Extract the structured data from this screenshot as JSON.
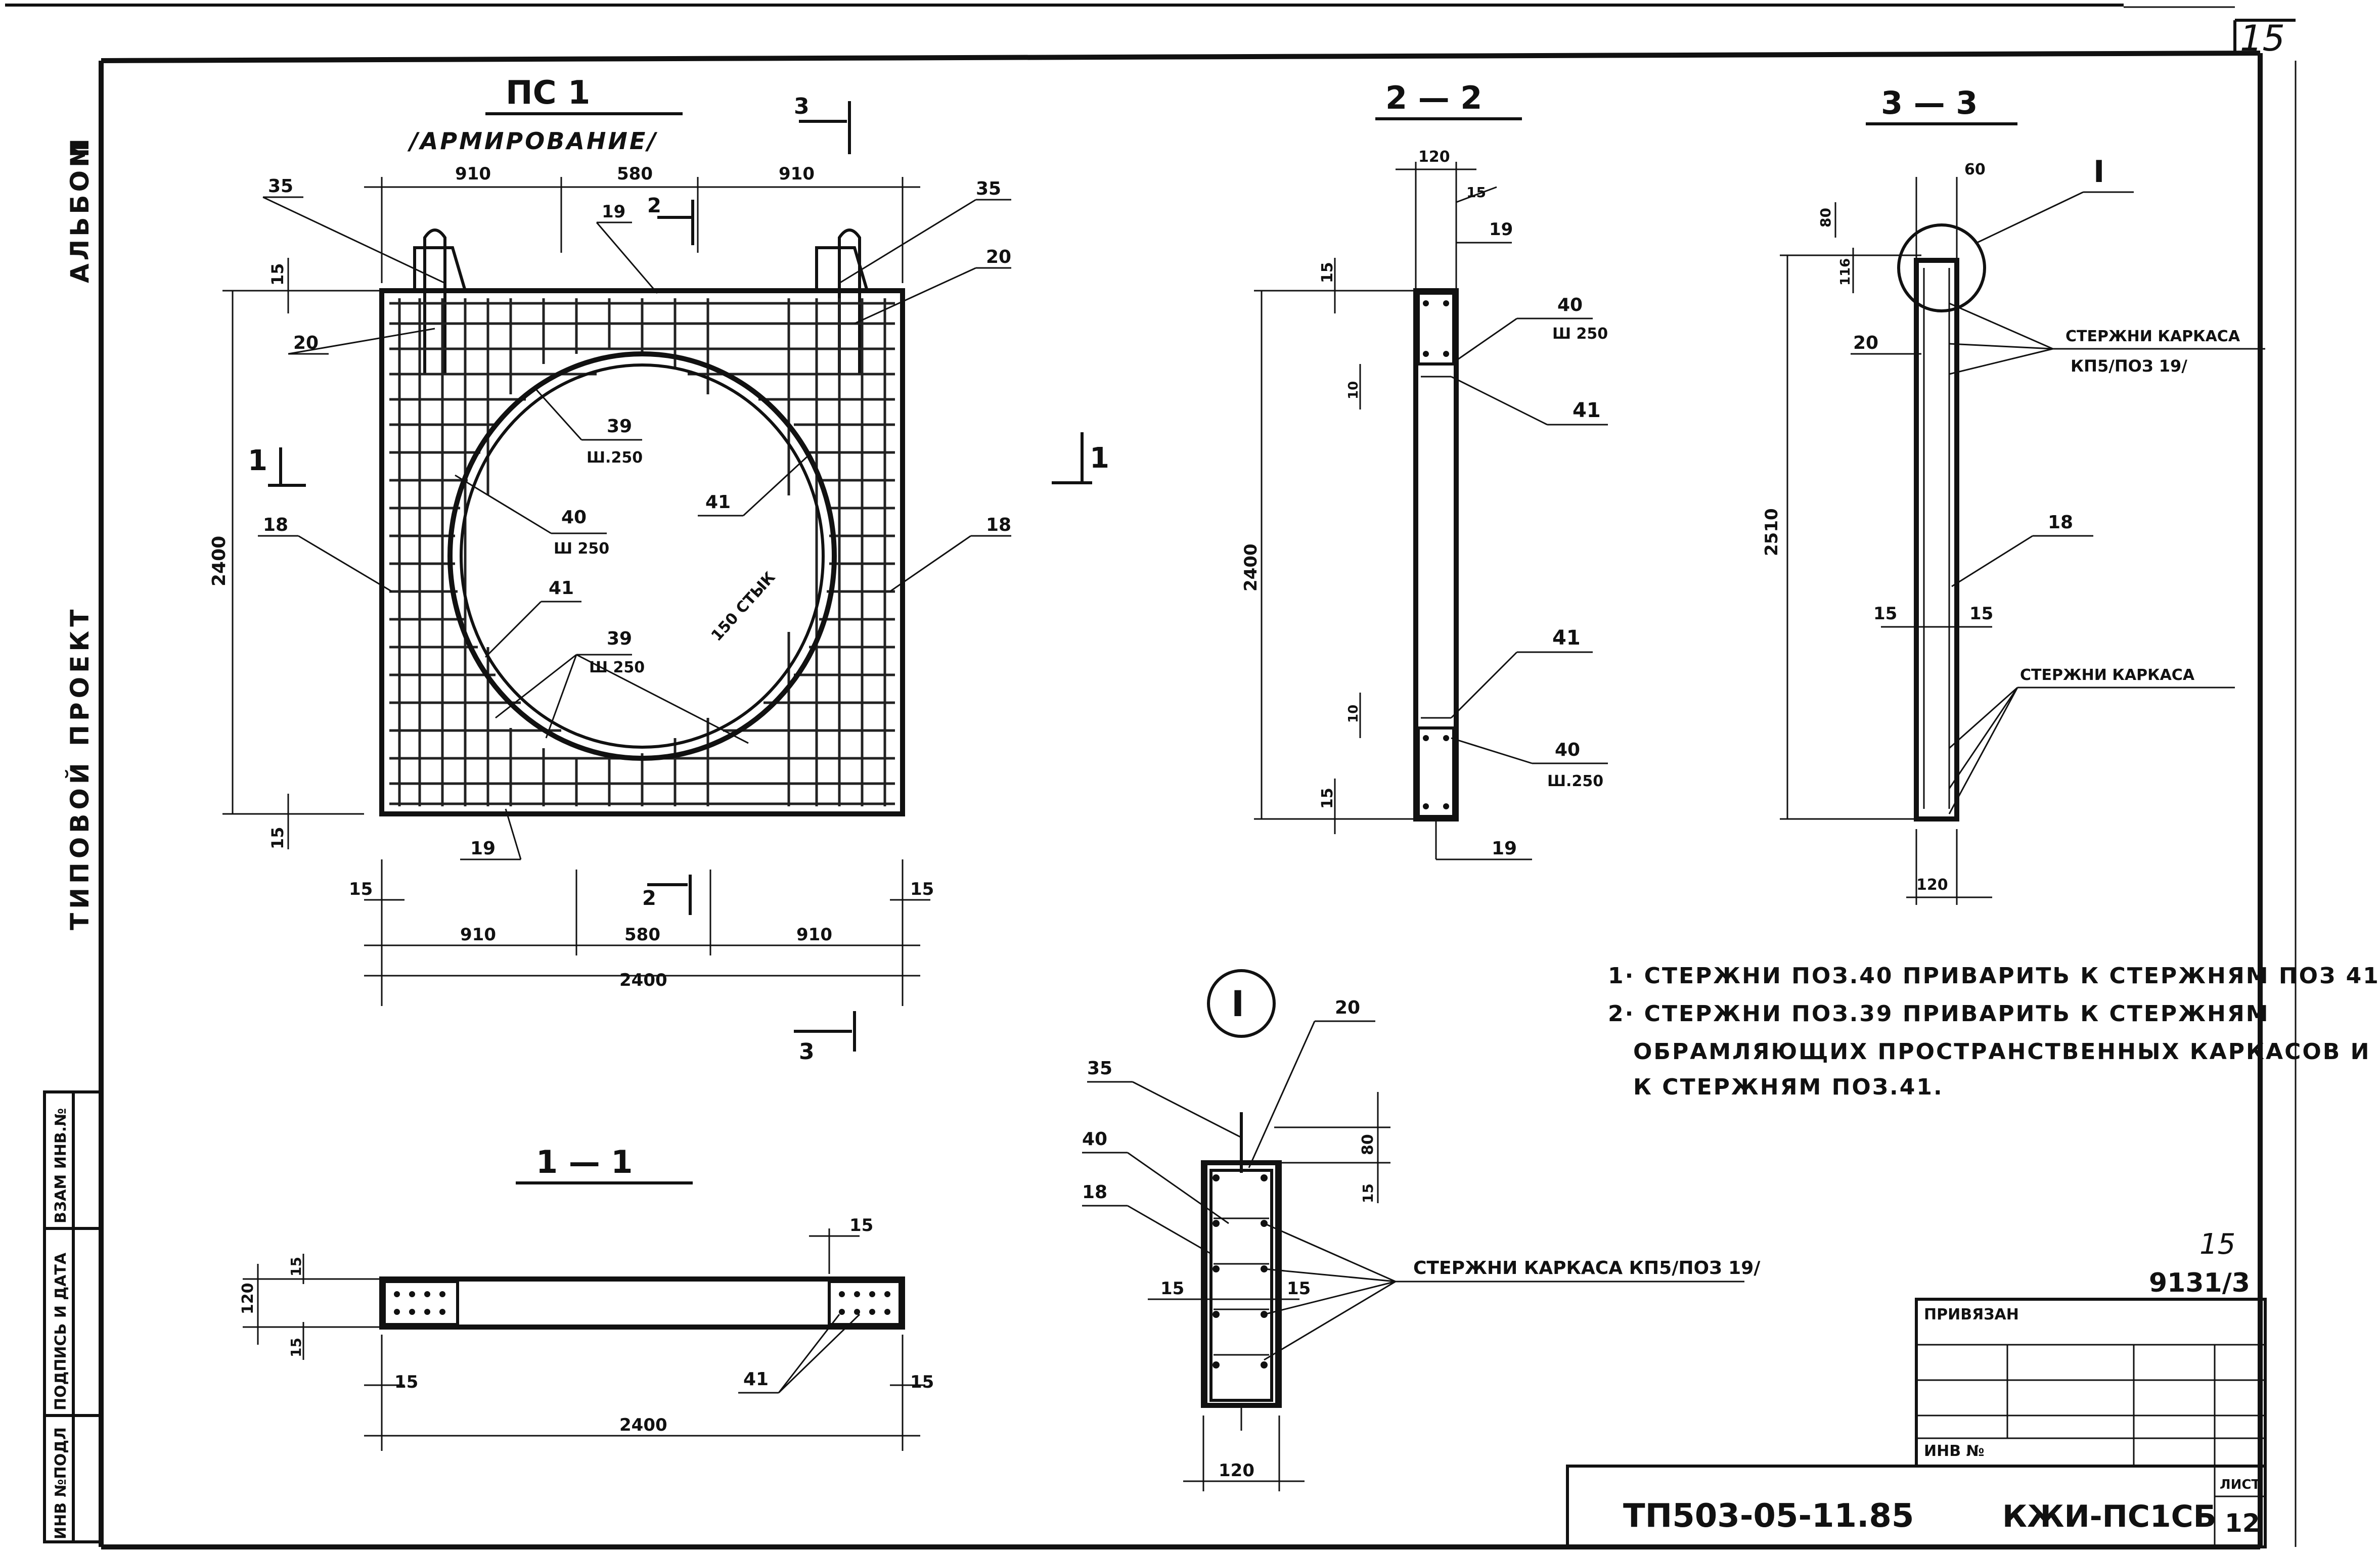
{
  "sheet_number": "15",
  "side_labels": {
    "album": "АЛЬБОМ",
    "album_num": "III",
    "project_type": "ТИПОВОЙ ПРОЕКТ",
    "col1": "ИНВ №ПОДЛ",
    "col2": "ПОДПИСЬ И ДАТА",
    "col3": "ВЗАМ ИНВ.№"
  },
  "main_view": {
    "title": "ПС 1",
    "subtitle": "/АРМИРОВАНИЕ/",
    "dims": {
      "top_a": "910",
      "top_b": "580",
      "top_c": "910",
      "bottom_a": "910",
      "bottom_b": "580",
      "bottom_c": "910",
      "overall": "2400",
      "height": "2400",
      "edge_left": "15",
      "edge_right": "15",
      "edge_top": "15",
      "edge_bottom": "15"
    },
    "labels": {
      "p35_left": "35",
      "p35_right": "35",
      "p20_left": "20",
      "p20_right": "20",
      "p19_top": "19",
      "p19_bottom": "19",
      "p18_left": "18",
      "p18_right": "18",
      "p39_top": "39",
      "p39_top_step": "Ш.250",
      "p40": "40",
      "p40_step": "Ш 250",
      "p41_center": "41",
      "p41_low": "41",
      "p39_low": "39",
      "p39_low_step": "Ш 250",
      "joint": "150 СТЫК"
    },
    "cut_markers": {
      "section1_left": "1",
      "section1_right": "1",
      "section2_top": "2",
      "section2_bottom": "2",
      "section3_top": "3",
      "section3_bottom": "3"
    }
  },
  "section_22": {
    "title": "2 — 2",
    "dims": {
      "width": "120",
      "top_off": "15",
      "cover_top": "15",
      "gap_top": "10",
      "height": "2400",
      "gap_bottom": "10",
      "cover_bottom": "15"
    },
    "labels": {
      "p19_top": "19",
      "p40_top": "40",
      "p40_top_step": "Ш 250",
      "p41_top": "41",
      "p41_bottom": "41",
      "p40_bottom": "40",
      "p40_bottom_step": "Ш.250",
      "p19_bottom": "19"
    }
  },
  "section_33": {
    "title": "3 — 3",
    "dims": {
      "top": "60",
      "d80": "80",
      "d116": "116",
      "height": "2510",
      "s15_left": "15",
      "s15_right": "15",
      "width": "120"
    },
    "labels": {
      "node": "I",
      "p20": "20",
      "p18": "18",
      "frame_bars": "СТЕРЖНИ КАРКАСА",
      "frame_bars_sub": "КП5/ПОЗ 19/",
      "frame_bars_2": "СТЕРЖНИ КАРКАСА"
    }
  },
  "section_11": {
    "title": "1 — 1",
    "dims": {
      "d15_top": "15",
      "d120": "120",
      "d15_bottom": "15",
      "d15_right_top": "15",
      "d15_left": "15",
      "d15_right": "15",
      "length": "2400"
    },
    "labels": {
      "p41": "41"
    }
  },
  "node_I": {
    "title": "I",
    "dims": {
      "d80": "80",
      "d15_v": "15",
      "d15_left": "15",
      "d15_right": "15",
      "width": "120"
    },
    "labels": {
      "p20": "20",
      "p35": "35",
      "p40": "40",
      "p18": "18",
      "frame_bars": "СТЕРЖНИ КАРКАСА КП5/ПОЗ 19/"
    }
  },
  "notes": [
    "1· СТЕРЖНИ ПОЗ.40 ПРИВАРИТЬ К СТЕРЖНЯМ ПОЗ 41",
    "2· СТЕРЖНИ ПОЗ.39 ПРИВАРИТЬ К СТЕРЖНЯМ",
    "ОБРАМЛЯЮЩИХ ПРОСТРАНСТВЕННЫХ КАРКАСОВ И",
    "К СТЕРЖНЯМ ПОЗ.41."
  ],
  "title_block": {
    "page_ref": "15",
    "code": "9131/3",
    "linked": "ПРИВЯЗАН",
    "inv": "ИНВ №",
    "doc_number": "ТП503-05-11.85",
    "drawing_code": "КЖИ-ПС1СБ",
    "sheet_label": "ЛИСТ",
    "sheet_num": "12"
  }
}
